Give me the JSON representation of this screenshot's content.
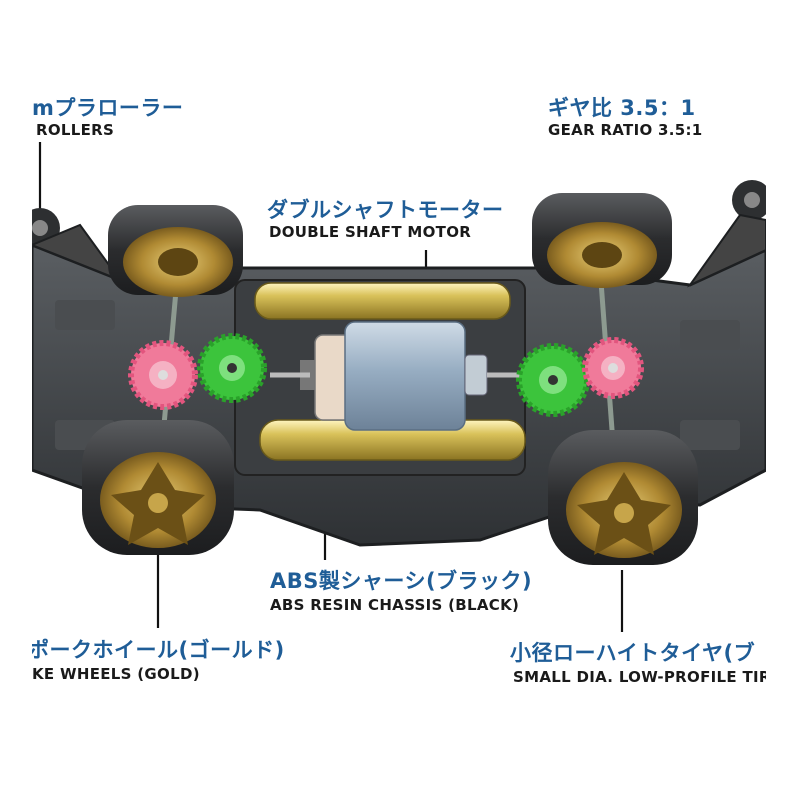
{
  "labels": {
    "rollers": {
      "jp": "mプラローラー",
      "en": "ROLLERS"
    },
    "gear_ratio": {
      "jp": "ギヤ比 3.5：1",
      "en": "GEAR RATIO 3.5:1"
    },
    "motor": {
      "jp": "ダブルシャフトモーター",
      "en": "DOUBLE SHAFT MOTOR"
    },
    "chassis": {
      "jp": "ABS製シャーシ(ブラック)",
      "en": "ABS RESIN CHASSIS (BLACK)"
    },
    "wheels": {
      "jp": "ポークホイール(ゴールド)",
      "en": "KE WHEELS (GOLD)"
    },
    "tires": {
      "jp": "小径ローハイトタイヤ(ブ",
      "en": "SMALL DIA. LOW-PROFILE TIR"
    }
  },
  "colors": {
    "label_jp": "#1f5d97",
    "label_en": "#1a1a1a",
    "chassis": "#3a3d40",
    "wheel_gold": "#a8852f",
    "tire": "#2b2c2e",
    "gear_pink": "#f07a9a",
    "gear_green": "#3cc43c",
    "motor_can": "#9fb4c8",
    "battery_gold": "#c9b24a"
  },
  "icons": [
    "motor-icon",
    "gear-icon",
    "wheel-icon",
    "roller-icon"
  ]
}
